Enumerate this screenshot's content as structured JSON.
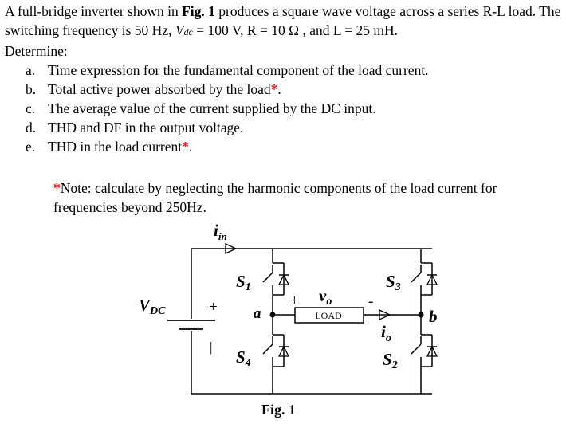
{
  "problem": {
    "intro_pre": "A full-bridge inverter shown in ",
    "fig_ref": "Fig. 1",
    "intro_post": " produces a square wave voltage across a series R-L load. The switching frequency is 50 Hz, ",
    "vdc_symbol": "V",
    "vdc_sub": "dc",
    "params": " = 100 V, R = 10 Ω , and L = 25 mH.",
    "determine": "Determine:",
    "tasks": [
      {
        "marker": "a.",
        "text": "Time expression for the fundamental component of the load current.",
        "star": ""
      },
      {
        "marker": "b.",
        "text": "Total active power absorbed by the load",
        "star": "*",
        "suffix": "."
      },
      {
        "marker": "c.",
        "text": "The average value of the current supplied by the DC input.",
        "star": ""
      },
      {
        "marker": "d.",
        "text": "THD and DF in the output voltage.",
        "star": ""
      },
      {
        "marker": "e.",
        "text": "THD in the load current",
        "star": "*",
        "suffix": "."
      }
    ],
    "note_star": "*",
    "note_text": "Note: calculate by neglecting the harmonic components of the load current for frequencies beyond 250Hz."
  },
  "figure": {
    "caption": "Fig. 1",
    "i_in": "i",
    "i_in_sub": "in",
    "vdc": "V",
    "vdc_sub": "DC",
    "plus": "+",
    "minus": "|",
    "s1": "S",
    "s1_sub": "1",
    "s2": "S",
    "s2_sub": "2",
    "s3": "S",
    "s3_sub": "3",
    "s4": "S",
    "s4_sub": "4",
    "node_a": "a",
    "node_b": "b",
    "vo": "v",
    "vo_sub": "o",
    "vo_plus": "+",
    "vo_minus": "-",
    "load": "LOAD",
    "io": "i",
    "io_sub": "o"
  }
}
